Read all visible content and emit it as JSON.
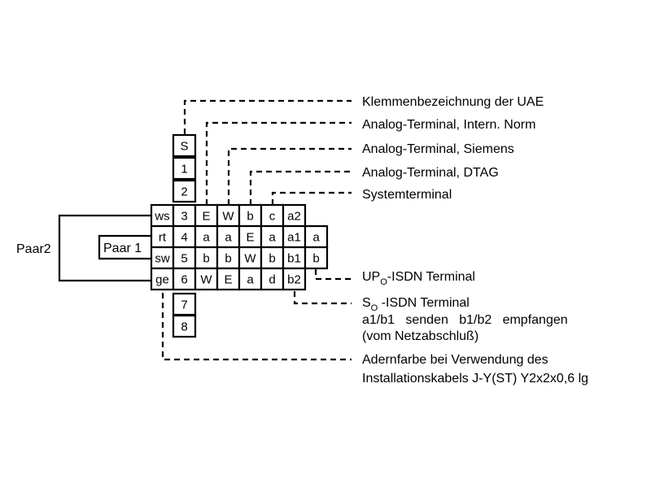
{
  "grid": {
    "column_top": [
      "S",
      "1",
      "2"
    ],
    "column_bottom": [
      "7",
      "8"
    ],
    "rows": [
      [
        "ws",
        "3",
        "E",
        "W",
        "b",
        "c",
        "a2",
        ""
      ],
      [
        "rt",
        "4",
        "a",
        "a",
        "E",
        "a",
        "a1",
        "a"
      ],
      [
        "sw",
        "5",
        "b",
        "b",
        "W",
        "b",
        "b1",
        "b"
      ],
      [
        "ge",
        "6",
        "W",
        "E",
        "a",
        "d",
        "b2",
        ""
      ]
    ]
  },
  "pairs": {
    "inner": "Paar 1",
    "outer": "Paar2"
  },
  "labels": {
    "clamp": "Klemmenbezeichnung der UAE",
    "analog_norm": "Analog-Terminal, Intern. Norm",
    "analog_siemens": "Analog-Terminal, Siemens",
    "analog_dtag": "Analog-Terminal, DTAG",
    "system": "Systemterminal",
    "up0_prefix": "UP",
    "up0_sub": "O",
    "up0_suffix": "-ISDN Terminal",
    "s0_prefix": "S",
    "s0_sub": "O",
    "s0_suffix": " -ISDN Terminal",
    "s0_line2": "a1/b1   senden   b1/b2   empfangen",
    "s0_line3": "(vom Netzabschluß)",
    "wire_line1": "Adernfarbe bei Verwendung des",
    "wire_line2": "Installationskabels J-Y(ST) Y2x2x0,6 lg"
  }
}
